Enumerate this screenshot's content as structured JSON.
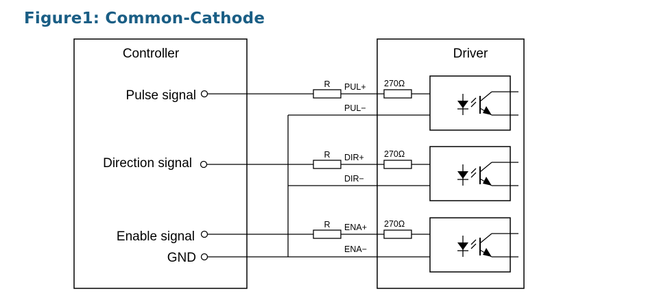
{
  "title": "Figure1: Common-Cathode",
  "controller": {
    "label": "Controller",
    "signals": [
      "Pulse signal",
      "Direction signal",
      "Enable signal",
      "GND"
    ]
  },
  "driver": {
    "label": "Driver",
    "channels": [
      {
        "plus": "PUL+",
        "minus": "PUL−",
        "series_resistor": "R",
        "internal_resistor": "270Ω"
      },
      {
        "plus": "DIR+",
        "minus": "DIR−",
        "series_resistor": "R",
        "internal_resistor": "270Ω"
      },
      {
        "plus": "ENA+",
        "minus": "ENA−",
        "series_resistor": "R",
        "internal_resistor": "270Ω"
      }
    ]
  }
}
